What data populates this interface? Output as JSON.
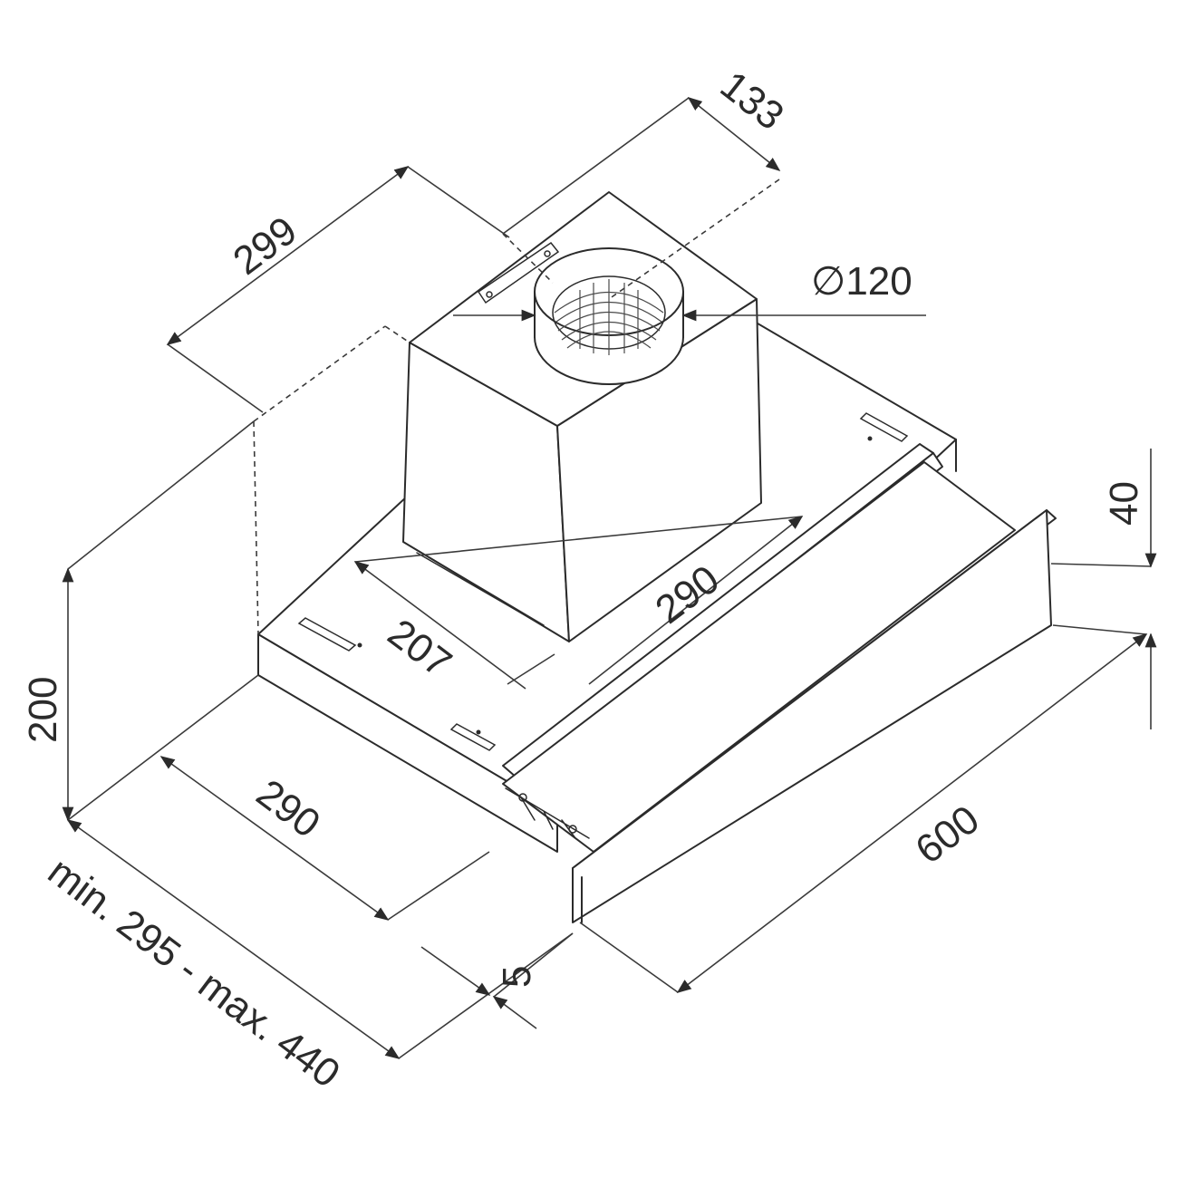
{
  "dimensions": {
    "d133": "133",
    "d299": "299",
    "dia120": "∅120",
    "d40": "40",
    "d290_top": "290",
    "d207": "207",
    "d200": "200",
    "d290_bottom": "290",
    "d600": "600",
    "d5": "5",
    "range": "min. 295 - max. 440"
  },
  "colors": {
    "line": "#2b2b2b",
    "background": "#ffffff"
  }
}
